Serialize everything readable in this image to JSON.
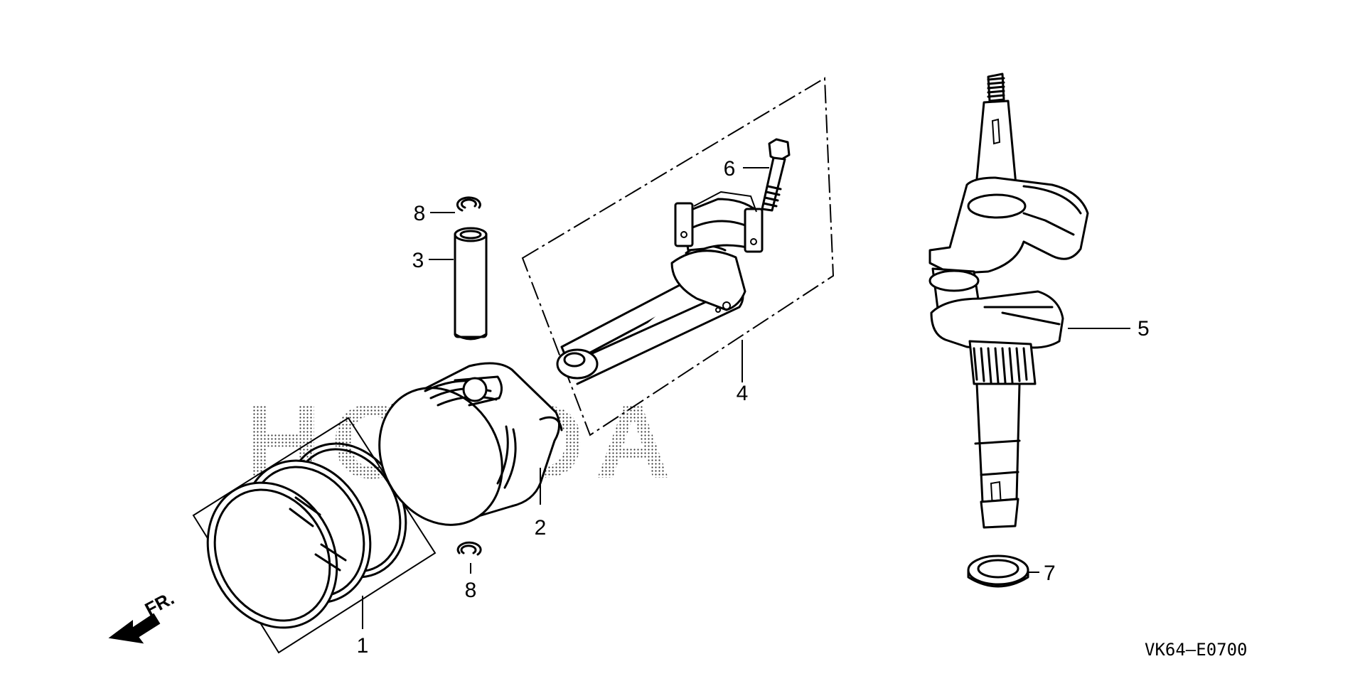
{
  "watermark": "HONDA",
  "front_indicator": "FR.",
  "diagram_code": "VK64—E0700",
  "callouts": {
    "piston_ring_set": "1",
    "piston": "2",
    "piston_pin": "3",
    "connecting_rod": "4",
    "crankshaft": "5",
    "connecting_rod_bolt": "6",
    "washer": "7",
    "pin_clip_top": "8",
    "pin_clip_bottom": "8"
  }
}
